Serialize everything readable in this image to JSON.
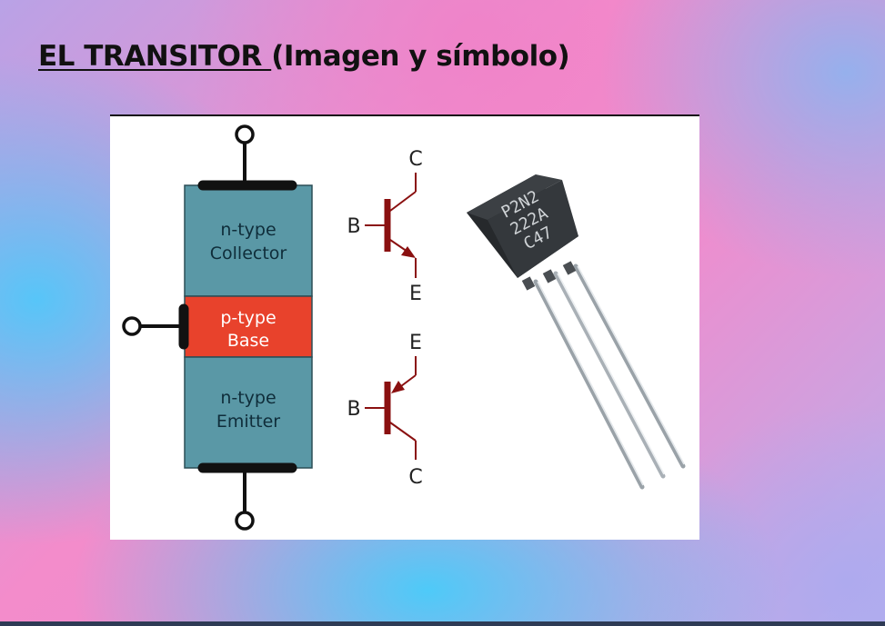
{
  "slide": {
    "title_underlined": "EL TRANSITOR ",
    "title_rest": "(Imagen y símbolo)"
  },
  "diagram": {
    "regions": [
      {
        "line1": "n-type",
        "line2": "Collector"
      },
      {
        "line1": "p-type",
        "line2": "Base"
      },
      {
        "line1": "n-type",
        "line2": "Emitter"
      }
    ]
  },
  "symbols": {
    "npn": {
      "collector": "C",
      "base": "B",
      "emitter": "E"
    },
    "pnp": {
      "emitter": "E",
      "base": "B",
      "collector": "C"
    }
  },
  "photo": {
    "marking_line1": "P2N2",
    "marking_line2": "222A",
    "marking_line3": "C47"
  },
  "colors": {
    "layer_n": "#5a98a6",
    "layer_p": "#e8422c",
    "symbol_red": "#8a1010"
  }
}
